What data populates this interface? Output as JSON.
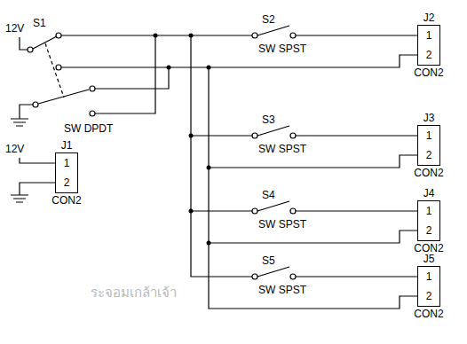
{
  "diagram": {
    "nodes": [
      {
        "text": [
          "J2",
          "1",
          "2",
          "CON2"
        ]
      },
      {
        "text": [
          "J3",
          "1",
          "2",
          "CON2"
        ]
      },
      {
        "text": [
          "J1",
          "1",
          "2",
          "CON2"
        ]
      },
      {
        "text": [
          "J4",
          "1",
          "2",
          "CON2"
        ]
      },
      {
        "text": [
          "J5",
          "1",
          "2",
          "CON2"
        ]
      }
    ],
    "labels": [
      "12V",
      "S1",
      "SW DPDT",
      "S2",
      "SW SPST",
      "S3",
      "SW SPST",
      "S4",
      "SW SPST",
      "S5",
      "SW SPST",
      "12V",
      "ระจอมเกล้าเจ้า"
    ]
  }
}
